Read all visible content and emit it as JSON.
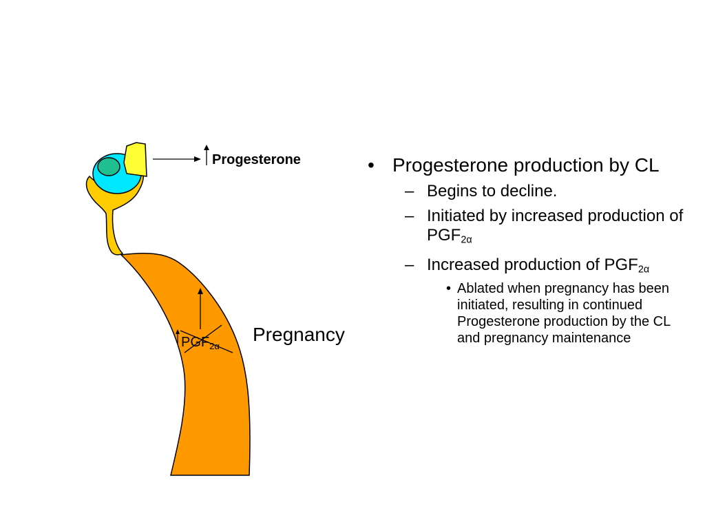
{
  "diagram": {
    "progesterone_label": "Progesterone",
    "pregnancy_label": "Pregnancy",
    "pgf_base": "PGF",
    "pgf_sub": "2α",
    "colors": {
      "cell_cyan": "#00e8ff",
      "nucleus_green": "#1fbf8f",
      "luteal_yellow": "#ffe000",
      "stalk_gold": "#ffcc00",
      "uterus_orange": "#ff9900",
      "outline": "#000000"
    }
  },
  "bullets": {
    "level1": "Progesterone production by CL",
    "items": [
      {
        "text": "Begins to decline."
      },
      {
        "text": "Initiated by increased production of PGF",
        "sub": "2α"
      },
      {
        "text": "Increased production of PGF",
        "sub": "2α"
      }
    ],
    "subitem": "Ablated when pregnancy has been initiated, resulting in continued Progesterone production by the CL and pregnancy maintenance",
    "marks": {
      "level1": "•",
      "level2": "–",
      "level3": "•"
    }
  }
}
